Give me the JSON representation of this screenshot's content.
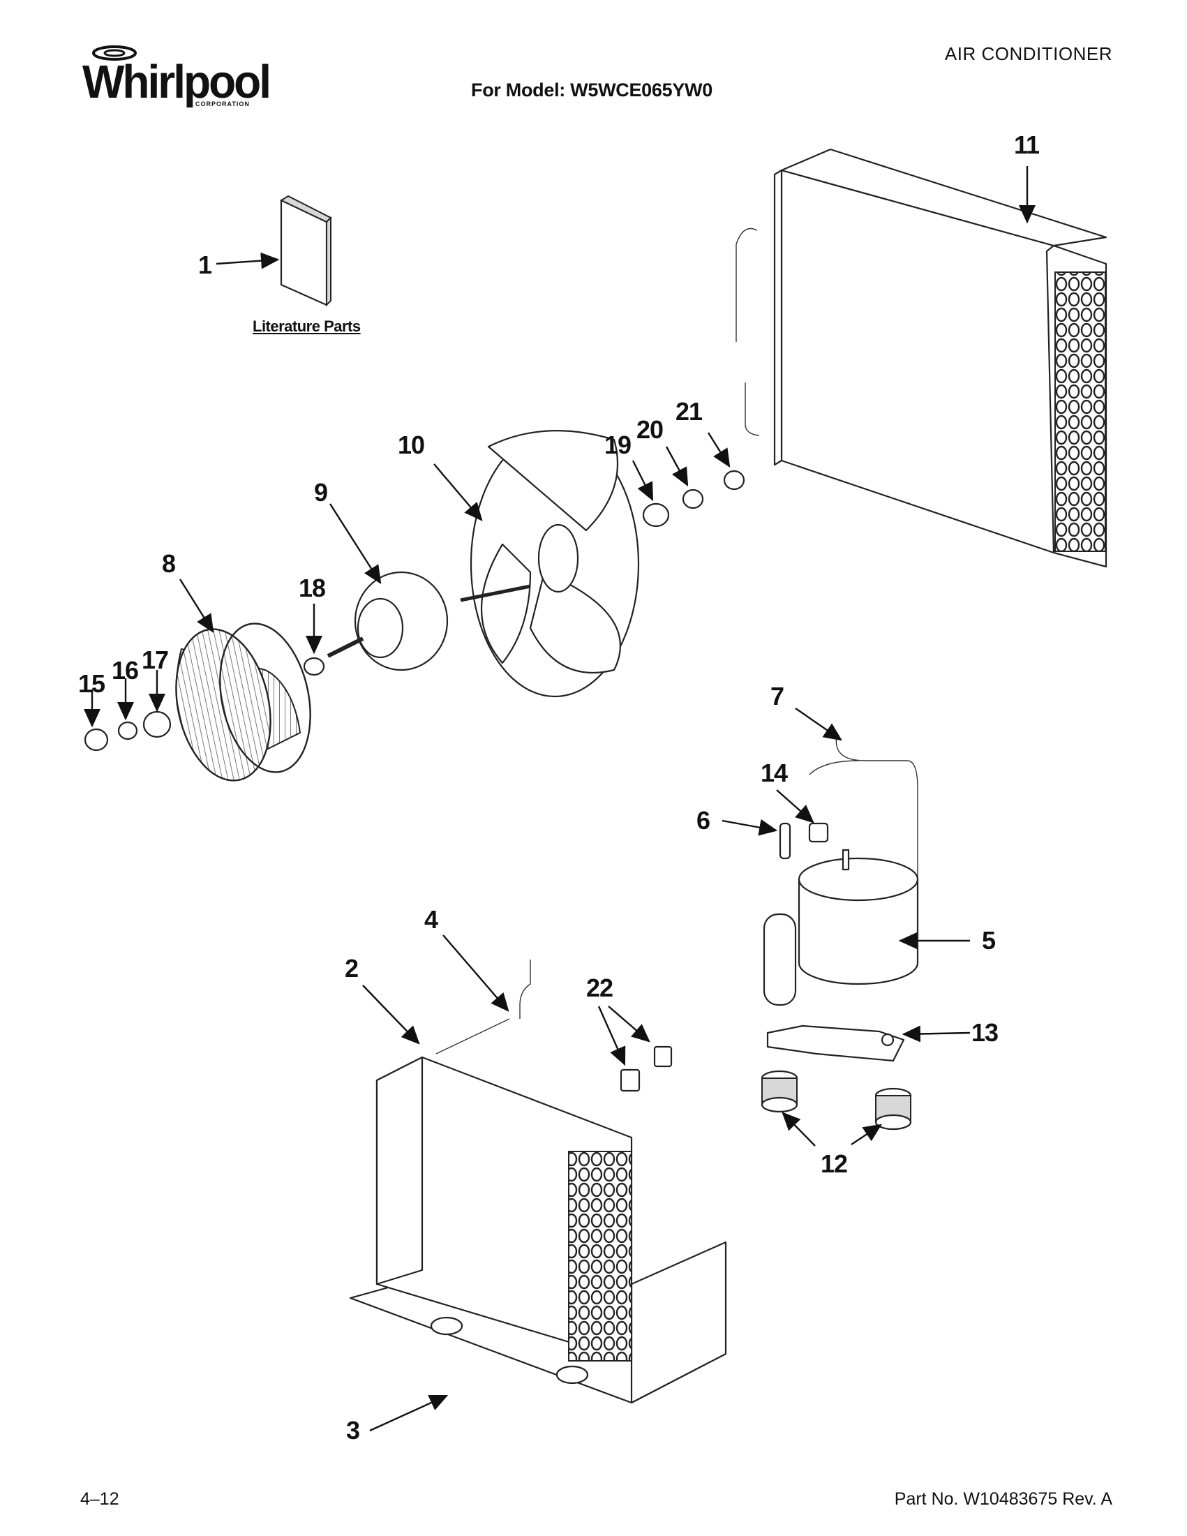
{
  "brand": {
    "name": "Whirlpool",
    "corp": "CORPORATION"
  },
  "header": {
    "category": "AIR CONDITIONER",
    "model_line": "For Model: W5WCE065YW0"
  },
  "literature_label": "Literature Parts",
  "callouts": {
    "c1": "1",
    "c2": "2",
    "c3": "3",
    "c4": "4",
    "c5": "5",
    "c6": "6",
    "c7": "7",
    "c8": "8",
    "c9": "9",
    "c10": "10",
    "c11": "11",
    "c12": "12",
    "c13": "13",
    "c14": "14",
    "c15": "15",
    "c16": "16",
    "c17": "17",
    "c18": "18",
    "c19": "19",
    "c20": "20",
    "c21": "21",
    "c22": "22"
  },
  "footer": {
    "page": "4–12",
    "part_number": "Part No. W10483675 Rev. A"
  }
}
